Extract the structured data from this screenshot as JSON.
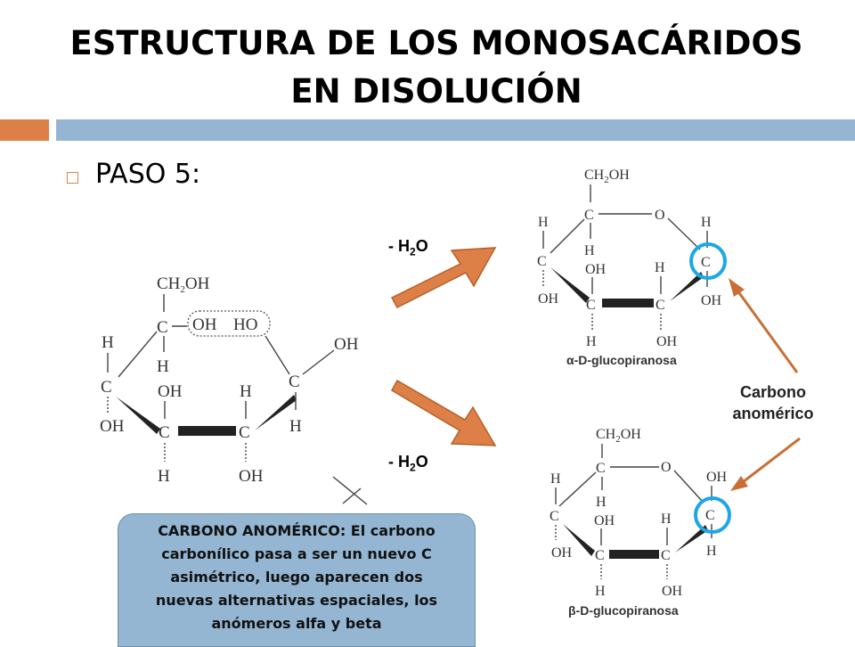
{
  "slide": {
    "title_line1": "ESTRUCTURA DE LOS MONOSACÁRIDOS",
    "title_line2": "EN DISOLUCIÓN",
    "step_label": "PASO 5:",
    "water_label": "- H",
    "water_sub": "2",
    "water_tail": "O",
    "anomeric_line1": "Carbono",
    "anomeric_line2": "anomérico",
    "note_line1": "CARBONO ANOMÉRICO: El carbono",
    "note_line2": "carbonílico pasa a ser un nuevo C",
    "note_line3": "asimétrico, luego aparecen dos",
    "note_line4": "nuevas alternativas espaciales, los",
    "note_line5": "anómeros  alfa y beta"
  },
  "molecules": {
    "ch2oh": "CH",
    "ch2oh_sub": "2",
    "ch2oh_tail": "OH",
    "c": "C",
    "o": "O",
    "h": "H",
    "oh": "OH",
    "ho": "HO",
    "alpha_caption": "α-D-glucopiranosa",
    "beta_caption": "β-D-glucopiranosa"
  },
  "colors": {
    "orange": "#dd8047",
    "blue": "#94b6d2",
    "arrow": "#dd8047",
    "arrow_border": "#b5602b",
    "circle": "#1ea7e6"
  }
}
